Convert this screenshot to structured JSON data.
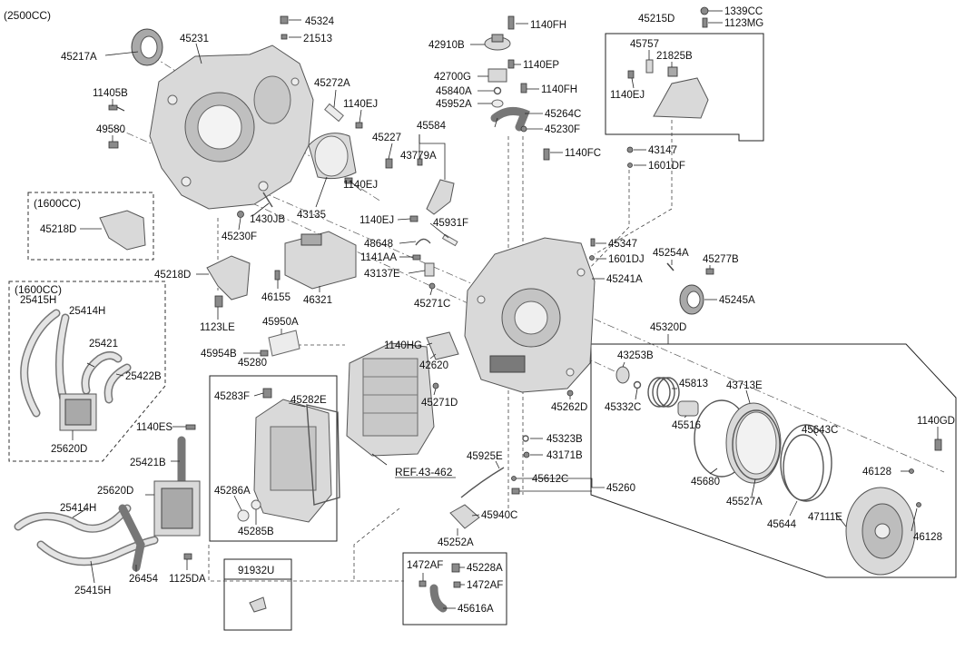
{
  "header": {
    "variant": "(2500CC)"
  },
  "groups": {
    "g1600_upper": "(1600CC)",
    "g1600_lower": "(1600CC)"
  },
  "reference": "REF.43-462",
  "labels": {
    "p45324": "45324",
    "p21513": "21513",
    "p45217A": "45217A",
    "p45231": "45231",
    "p45272A": "45272A",
    "p11405B": "11405B",
    "p1140EJ_a": "1140EJ",
    "p49580": "49580",
    "p45227": "45227",
    "p45584": "45584",
    "p43779A": "43779A",
    "p1140EJ_b": "1140EJ",
    "p1430JB": "1430JB",
    "p43135": "43135",
    "p1140EJ_c": "1140EJ",
    "p45931F": "45931F",
    "p45218D_a": "45218D",
    "p45230F_a": "45230F",
    "p48648": "48648",
    "p1141AA": "1141AA",
    "p43137E": "43137E",
    "p45218D_b": "45218D",
    "p46155": "46155",
    "p46321": "46321",
    "p45271C": "45271C",
    "p1123LE": "1123LE",
    "p1140FH_a": "1140FH",
    "p42910B": "42910B",
    "p1140EP": "1140EP",
    "p42700G": "42700G",
    "p1140FH_b": "1140FH",
    "p45840A": "45840A",
    "p45952A": "45952A",
    "p45264C": "45264C",
    "p45230F_b": "45230F",
    "p1140FC": "1140FC",
    "p45215D": "45215D",
    "p1339CC": "1339CC",
    "p1123MG": "1123MG",
    "p45757": "45757",
    "p21825B": "21825B",
    "p1140EJ_d": "1140EJ",
    "p43147": "43147",
    "p1601DF": "1601DF",
    "p45347": "45347",
    "p45254A": "45254A",
    "p1601DJ": "1601DJ",
    "p45277B": "45277B",
    "p45241A": "45241A",
    "p45245A": "45245A",
    "p45320D": "45320D",
    "p25415H_a": "25415H",
    "p25414H_a": "25414H",
    "p25421": "25421",
    "p25422B": "25422B",
    "p25620D_a": "25620D",
    "p45950A": "45950A",
    "p45954B": "45954B",
    "p45280": "45280",
    "p45283F": "45283F",
    "p45282E": "45282E",
    "p1140HG": "1140HG",
    "p42620": "42620",
    "p45271D": "45271D",
    "p43253B": "43253B",
    "p45813": "45813",
    "p45332C": "45332C",
    "p43713E": "43713E",
    "p45516": "45516",
    "p45262D": "45262D",
    "p45643C": "45643C",
    "p1140GD": "1140GD",
    "p1140ES": "1140ES",
    "p25421B": "25421B",
    "p45323B": "45323B",
    "p43171B": "43171B",
    "p45925E": "45925E",
    "p45680": "45680",
    "p46128_a": "46128",
    "p25620D_b": "25620D",
    "p45286A": "45286A",
    "p45612C": "45612C",
    "p45260": "45260",
    "p45527A": "45527A",
    "p25414H_b": "25414H",
    "p45285B": "45285B",
    "p45940C": "45940C",
    "p45644": "45644",
    "p47111E": "47111E",
    "p46128_b": "46128",
    "p45252A": "45252A",
    "p1472AF_a": "1472AF",
    "p45228A": "45228A",
    "p91932U": "91932U",
    "p1472AF_b": "1472AF",
    "p26454": "26454",
    "p1125DA": "1125DA",
    "p25415H_b": "25415H",
    "p45616A": "45616A"
  }
}
